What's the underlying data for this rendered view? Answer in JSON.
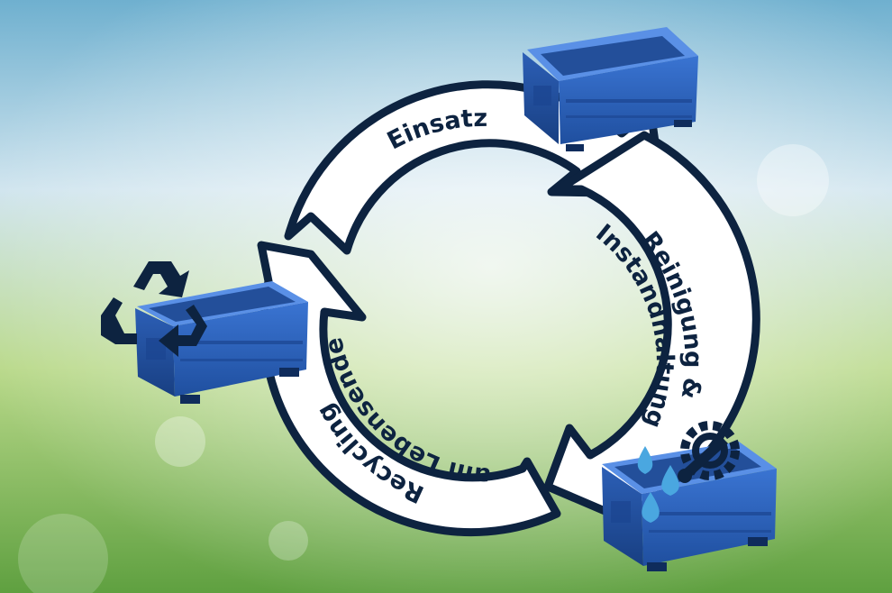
{
  "cycle": {
    "stages": [
      {
        "id": "use",
        "label_lines": [
          "Einsatz"
        ]
      },
      {
        "id": "cleaning",
        "label_lines": [
          "Reinigung &",
          "Instandhaltung"
        ]
      },
      {
        "id": "recycling",
        "label_lines": [
          "Recycling",
          "am Lebensende"
        ]
      }
    ]
  },
  "icons": {
    "recycle": "recycle-icon",
    "water_drops": "water-drop-icon",
    "maintenance": "gear-wrench-icon"
  },
  "colors": {
    "outline": "#0d2340",
    "arrow_fill": "#ffffff",
    "crate_blue": "#2f68c8",
    "drop_blue": "#4aa7e0"
  }
}
